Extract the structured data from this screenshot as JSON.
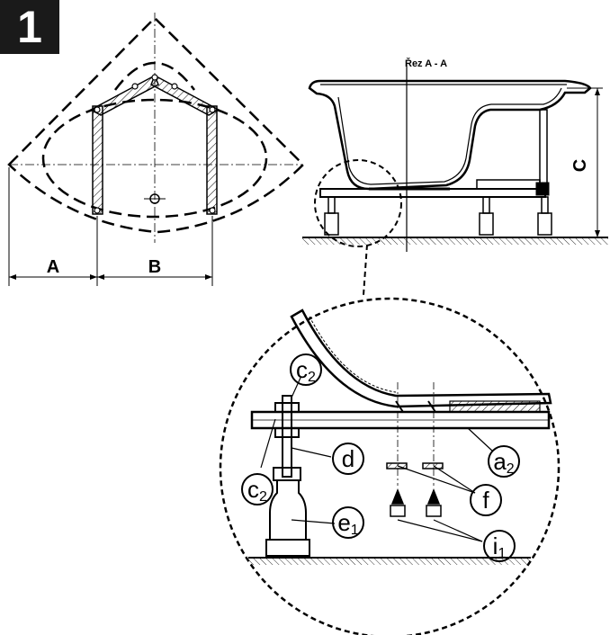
{
  "step": {
    "number": "1"
  },
  "plan_view": {
    "dimensions": {
      "a": "A",
      "b": "B"
    }
  },
  "section_view": {
    "title": "Řez A - A",
    "dimension_c": "C"
  },
  "detail_view": {
    "callouts": [
      {
        "letter": "c",
        "sub": "2"
      },
      {
        "letter": "c",
        "sub": "2"
      },
      {
        "letter": "d",
        "sub": ""
      },
      {
        "letter": "a",
        "sub": "2"
      },
      {
        "letter": "f",
        "sub": ""
      },
      {
        "letter": "e",
        "sub": "1"
      },
      {
        "letter": "i",
        "sub": "1"
      }
    ]
  },
  "colors": {
    "ink": "#000000",
    "badge": "#1a1a1a",
    "paper": "#ffffff",
    "grey": "#c8c8c8"
  }
}
